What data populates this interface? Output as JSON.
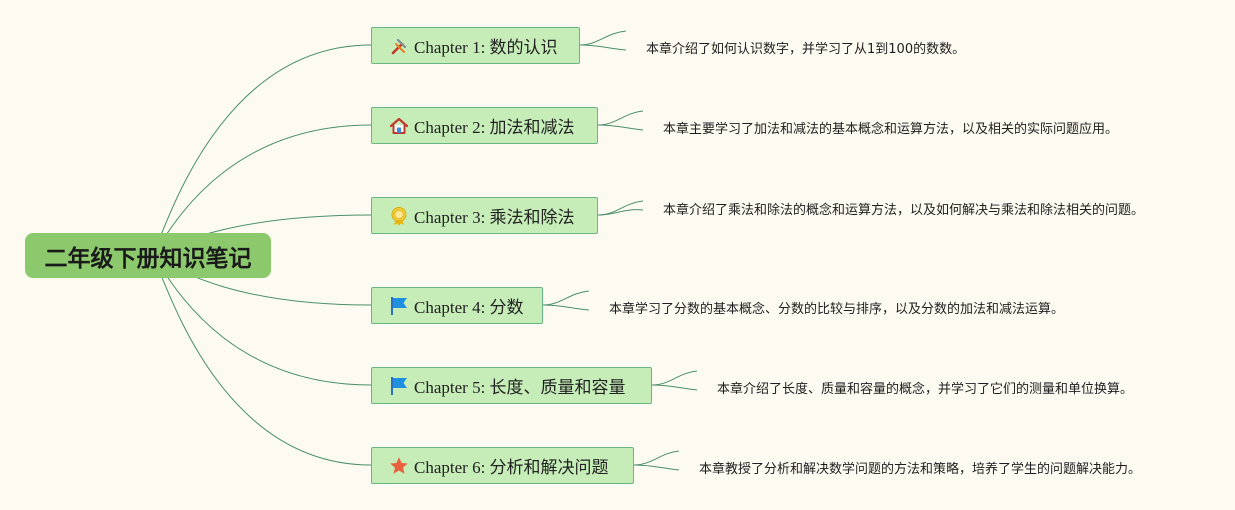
{
  "root": {
    "title": "二年级下册知识笔记"
  },
  "chapters": [
    {
      "label": "Chapter 1: 数的认识",
      "icon": "tools-icon",
      "note": "本章介绍了如何认识数字，并学习了从1到100的数数。"
    },
    {
      "label": "Chapter 2: 加法和减法",
      "icon": "house-icon",
      "note": "本章主要学习了加法和减法的基本概念和运算方法，以及相关的实际问题应用。"
    },
    {
      "label": "Chapter 3: 乘法和除法",
      "icon": "award-icon",
      "note": "本章介绍了乘法和除法的概念和运算方法，以及如何解决与乘法和除法相关的问题。"
    },
    {
      "label": "Chapter 4: 分数",
      "icon": "blue-flag-icon",
      "note": "本章学习了分数的基本概念、分数的比较与排序，以及分数的加法和减法运算。"
    },
    {
      "label": "Chapter 5: 长度、质量和容量",
      "icon": "blue-flag-icon",
      "note": "本章介绍了长度、质量和容量的概念，并学习了它们的测量和单位换算。"
    },
    {
      "label": "Chapter 6: 分析和解决问题",
      "icon": "star-icon",
      "note": "本章教授了分析和解决数学问题的方法和策略，培养了学生的问题解决能力。"
    }
  ],
  "colors": {
    "background": "#fdfbf1",
    "root_fill": "#8bc96c",
    "topic_fill": "#c6edb8",
    "topic_border": "#6ab585",
    "link_line": "#4a8f6a"
  }
}
